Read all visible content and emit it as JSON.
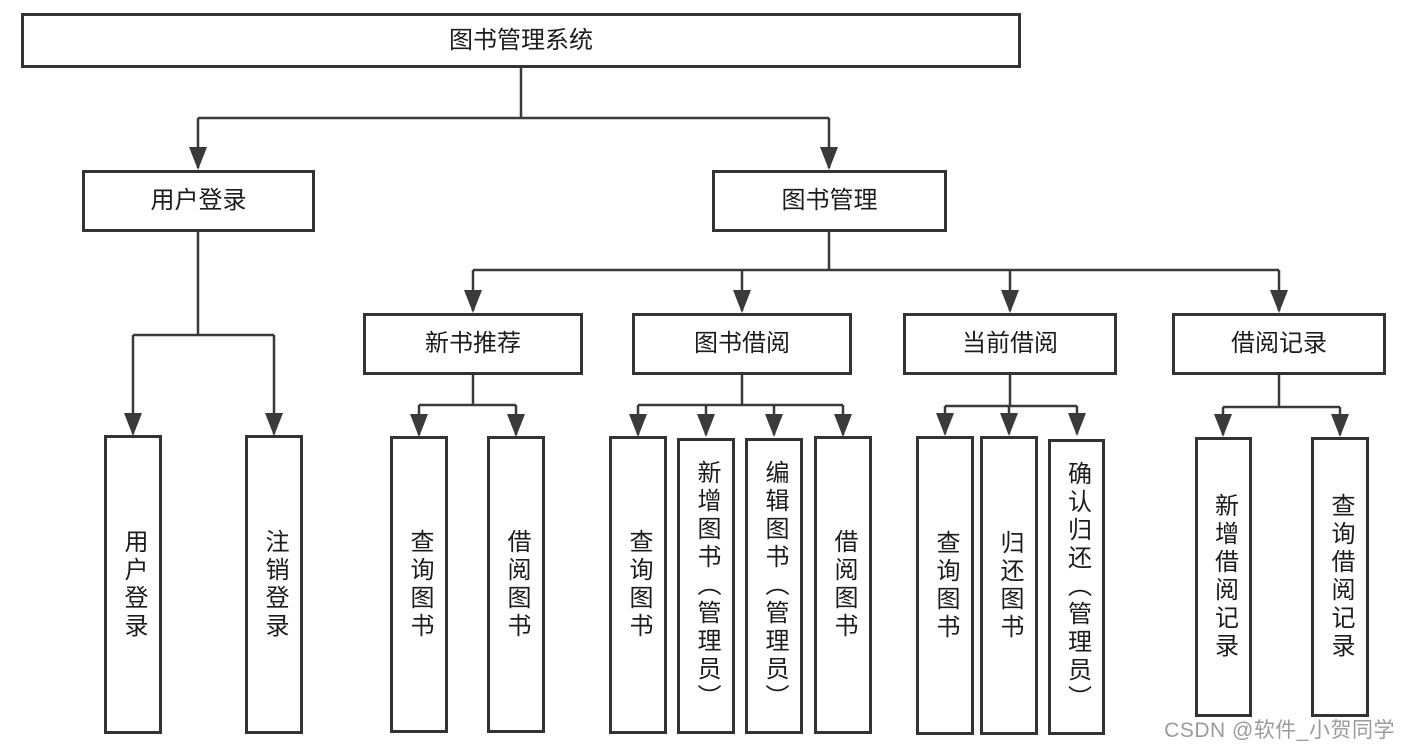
{
  "style": {
    "background": "#ffffff",
    "line_color": "#3a3a3a",
    "border_color": "#333333",
    "text_color": "#1c1c1c",
    "box_fill": "#ffffff",
    "watermark_color": "#9b9b9b"
  },
  "watermark": {
    "text": "CSDN @软件_小贺同学"
  },
  "tree": {
    "root": {
      "label": "图书管理系统"
    },
    "children": [
      {
        "label": "用户登录",
        "children": [
          {
            "label": "用户登录"
          },
          {
            "label": "注销登录"
          }
        ]
      },
      {
        "label": "图书管理",
        "children": [
          {
            "label": "新书推荐",
            "children": [
              {
                "label": "查询图书"
              },
              {
                "label": "借阅图书"
              }
            ]
          },
          {
            "label": "图书借阅",
            "children": [
              {
                "label": "查询图书"
              },
              {
                "label": "新增图书（管理员）"
              },
              {
                "label": "编辑图书（管理员）"
              },
              {
                "label": "借阅图书"
              }
            ]
          },
          {
            "label": "当前借阅",
            "children": [
              {
                "label": "查询图书"
              },
              {
                "label": "归还图书"
              },
              {
                "label": "确认归还（管理员）"
              }
            ]
          },
          {
            "label": "借阅记录",
            "children": [
              {
                "label": "新增借阅记录"
              },
              {
                "label": "查询借阅记录"
              }
            ]
          }
        ]
      }
    ]
  }
}
